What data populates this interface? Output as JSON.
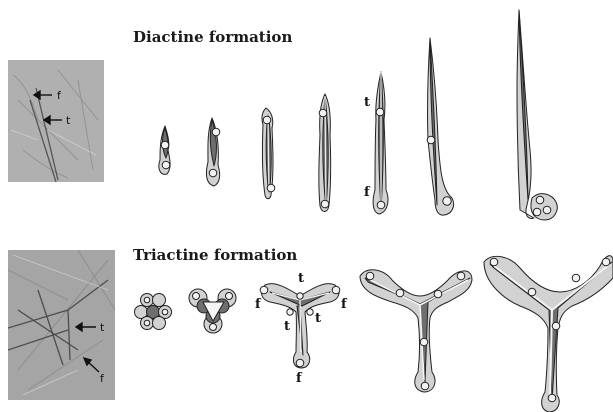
{
  "headings": {
    "diactine": "Diactine formation",
    "triactine": "Triactine formation"
  },
  "photo_labels": {
    "top_f": "f",
    "top_t": "t",
    "bottom_t": "t",
    "bottom_f": "f"
  },
  "stage_labels": {
    "diactine_t": "t",
    "diactine_f": "f",
    "triactine_t_top": "t",
    "triactine_t_left": "t",
    "triactine_t_right": "t",
    "triactine_f_left": "f",
    "triactine_f_right": "f",
    "triactine_f_bottom": "f"
  },
  "colors": {
    "cell_fill": "#d2d2d2",
    "dark_cell": "#6e6e6e",
    "outline": "#222222",
    "photo_base": "#a9a9a9"
  }
}
